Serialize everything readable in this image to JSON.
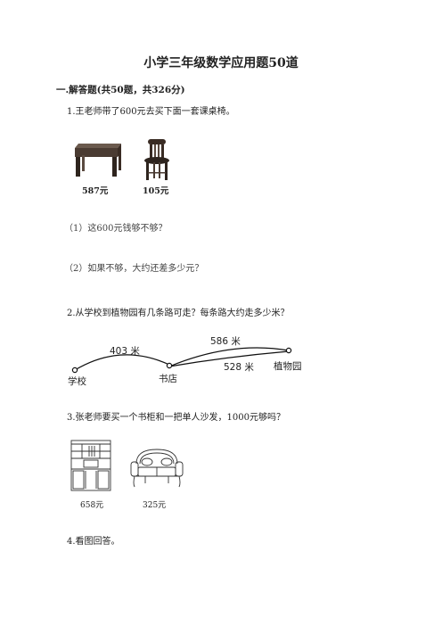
{
  "page_title": "小学三年级数学应用题50道",
  "section_heading": "一.解答题(共50题，共326分)",
  "q1": {
    "text": "1.王老师带了600元去买下面一套课桌椅。",
    "desk_price": "587元",
    "chair_price": "105元",
    "sub1": "（1）这600元钱够不够？",
    "sub2": "（2）如果不够，大约还差多少元？"
  },
  "q2": {
    "text": "2.从学校到植物园有几条路可走？每条路大约走多少米？",
    "school": "学校",
    "bookstore": "书店",
    "garden": "植物园",
    "dist_school_store": "403 米",
    "dist_store_garden_top": "586 米",
    "dist_store_garden_bottom": "528 米"
  },
  "q3": {
    "text": "3.张老师要买一个书柜和一把单人沙发，1000元够吗？",
    "bookcase_price": "658元",
    "sofa_price": "325元"
  },
  "q4": {
    "text": "4.看图回答。"
  }
}
